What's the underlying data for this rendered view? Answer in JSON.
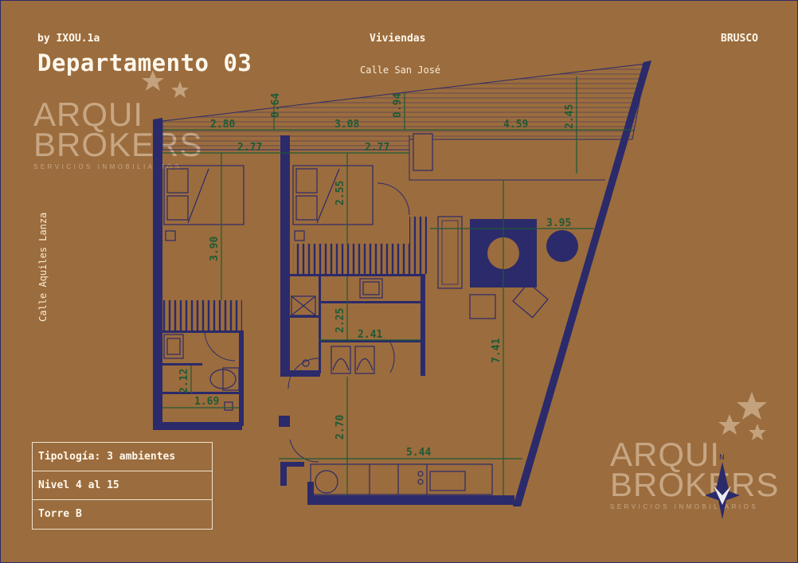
{
  "header": {
    "developer": "by IXOU.1a",
    "category": "Viviendas",
    "brand": "BRUSCO",
    "title": "Departamento 03"
  },
  "streets": {
    "top": "Calle San José",
    "left": "Calle Aquiles Lanza"
  },
  "dimensions": {
    "d280": "2.80",
    "d064": "0.64",
    "d308": "3.08",
    "d094": "0.94",
    "d459": "4.59",
    "d245": "2.45",
    "d277a": "2.77",
    "d277b": "2.77",
    "d255": "2.55",
    "d390": "3.90",
    "d395": "3.95",
    "d225": "2.25",
    "d241": "2.41",
    "d212": "2.12",
    "d169": "1.69",
    "d741": "7.41",
    "d270": "2.70",
    "d544": "5.44"
  },
  "info": {
    "tipologia": "Tipología: 3 ambientes",
    "nivel": "Nivel 4 al 15",
    "torre": "Torre B"
  },
  "logo": {
    "line1": "ARQUI",
    "line2": "BROKERS",
    "tagline": "SERVICIOS INMOBILIARIOS"
  },
  "compass": {
    "north": "N"
  },
  "colors": {
    "background": "#9b6c3d",
    "walls": "#2b2a6a",
    "dimension_lines": "#1f5a35",
    "text": "#fff8ec"
  }
}
